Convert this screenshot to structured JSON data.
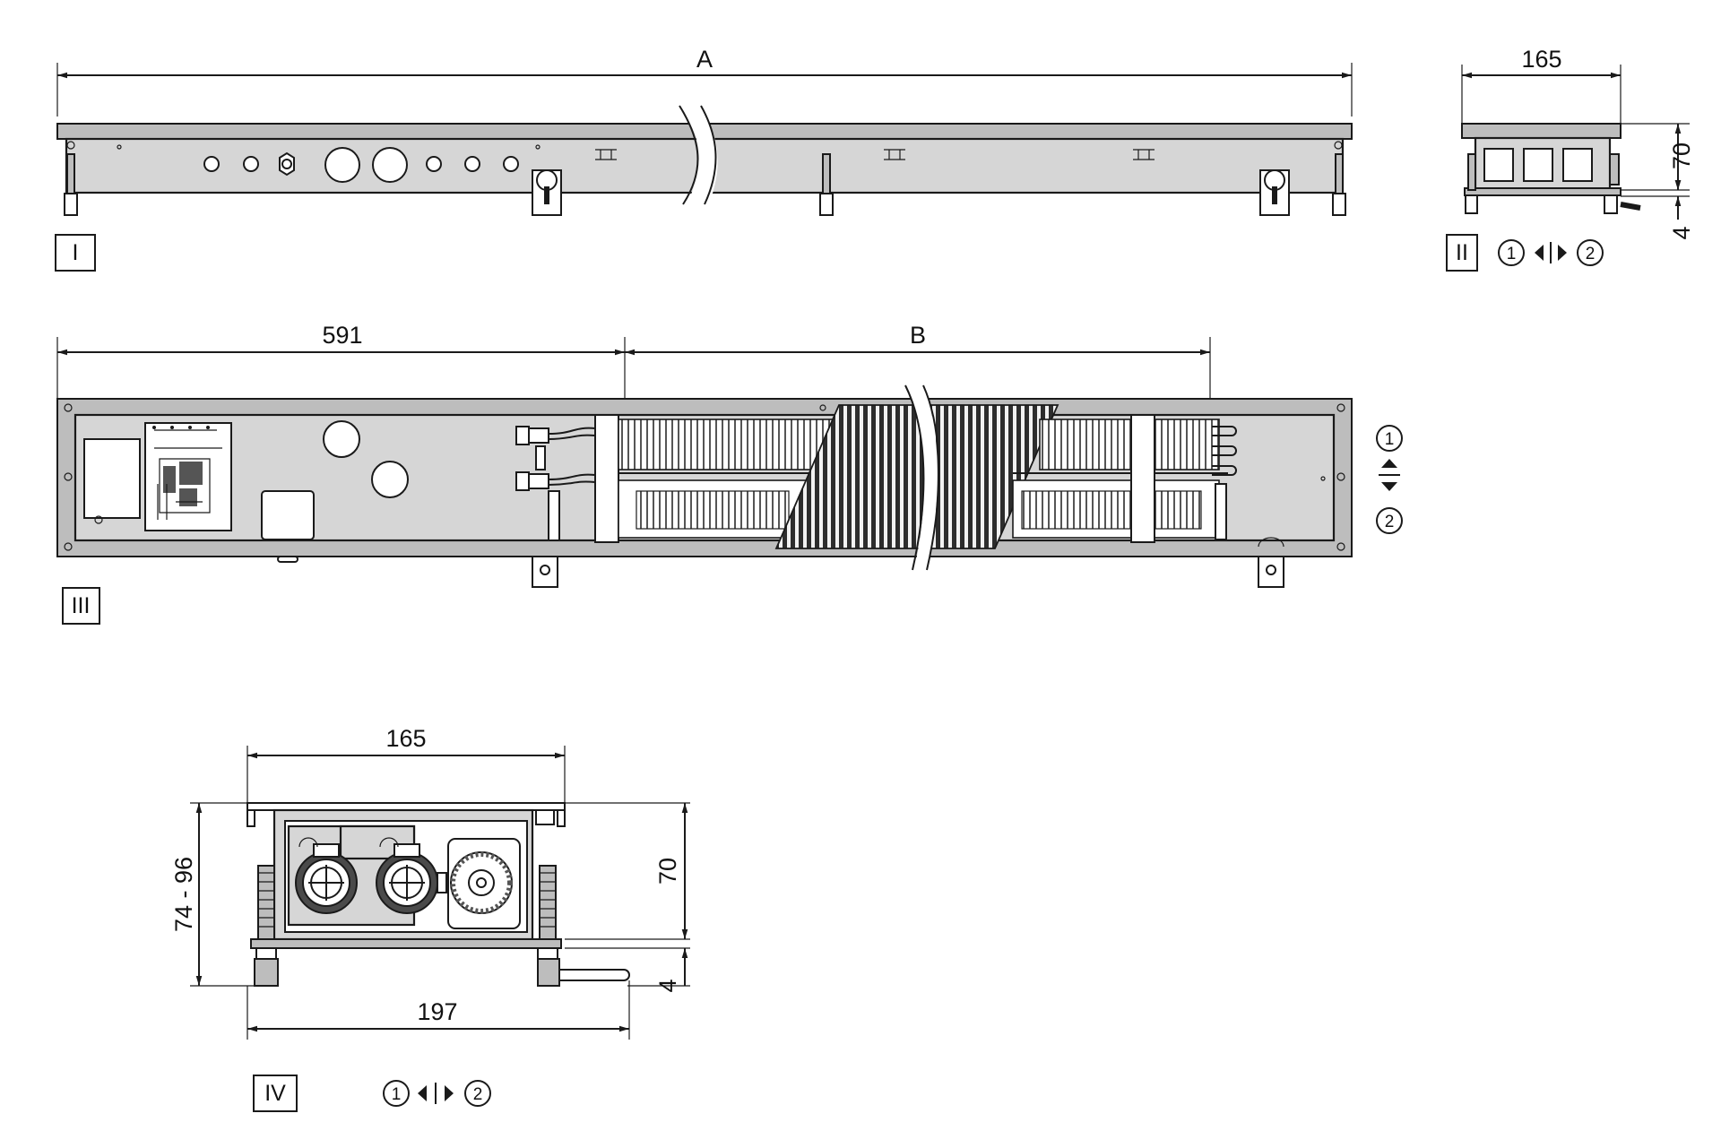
{
  "view_labels": [
    "I",
    "II",
    "III",
    "IV"
  ],
  "dimensions": {
    "view1_length": "A",
    "view2_width": "165",
    "view2_height": "70",
    "view2_foot": "4",
    "view3_left": "591",
    "view3_length": "B",
    "view4_width_top": "165",
    "view4_height_range": "74 - 96",
    "view4_height": "70",
    "view4_foot": "4",
    "view4_width_bottom": "197"
  },
  "connection_markers": {
    "one": "1",
    "two": "2"
  },
  "colors": {
    "line": "#1a1a1a",
    "body_fill": "#d6d6d6",
    "grille": "#333333"
  }
}
